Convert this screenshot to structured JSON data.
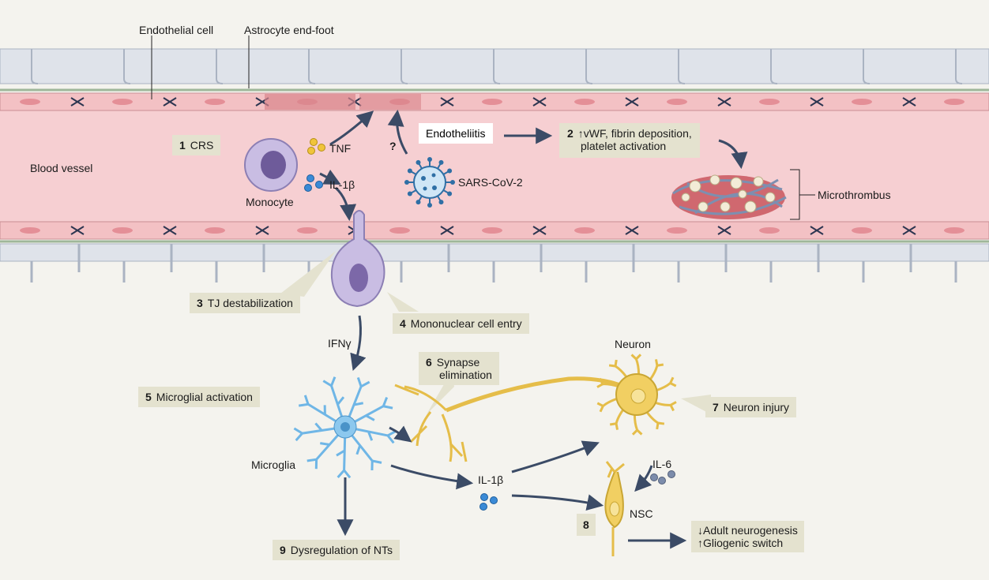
{
  "labels": {
    "endothelial_cell": "Endothelial cell",
    "astrocyte_end_foot": "Astrocyte end-foot",
    "blood_vessel": "Blood vessel",
    "monocyte": "Monocyte",
    "tnf": "TNF",
    "il1b_top": "IL-1β",
    "question": "?",
    "sars": "SARS-CoV-2",
    "endotheliitis": "Endotheliitis",
    "microthrombus": "Microthrombus",
    "ifng": "IFNγ",
    "microglia": "Microglia",
    "neuron": "Neuron",
    "il1b_bottom": "IL-1β",
    "il6": "IL-6",
    "nsc": "NSC"
  },
  "steps": {
    "s1": {
      "num": "1",
      "text": "CRS"
    },
    "s2": {
      "num": "2",
      "line1": "↑vWF, fibrin deposition,",
      "line2": "platelet activation"
    },
    "s3": {
      "num": "3",
      "text": "TJ destabilization"
    },
    "s4": {
      "num": "4",
      "text": "Mononuclear cell entry"
    },
    "s5": {
      "num": "5",
      "text": "Microglial activation"
    },
    "s6": {
      "num": "6",
      "line1": "Synapse",
      "line2": "elimination"
    },
    "s7": {
      "num": "7",
      "text": "Neuron injury"
    },
    "s8": {
      "num": "8"
    },
    "s9": {
      "num": "9",
      "text": "Dysregulation of NTs"
    },
    "outcome": {
      "line1": "↓Adult neurogenesis",
      "line2": "↑Gliogenic switch"
    }
  },
  "colors": {
    "vessel_lumen": "#f6cfd2",
    "endothelium": "#f3c1c4",
    "astrocyte": "#dfe3ea",
    "monocyte": "#c9bde3",
    "microglia": "#6fb6e6",
    "neuron": "#f1cf62",
    "arrow": "#3b4b66",
    "box": "#e4e2cf"
  }
}
